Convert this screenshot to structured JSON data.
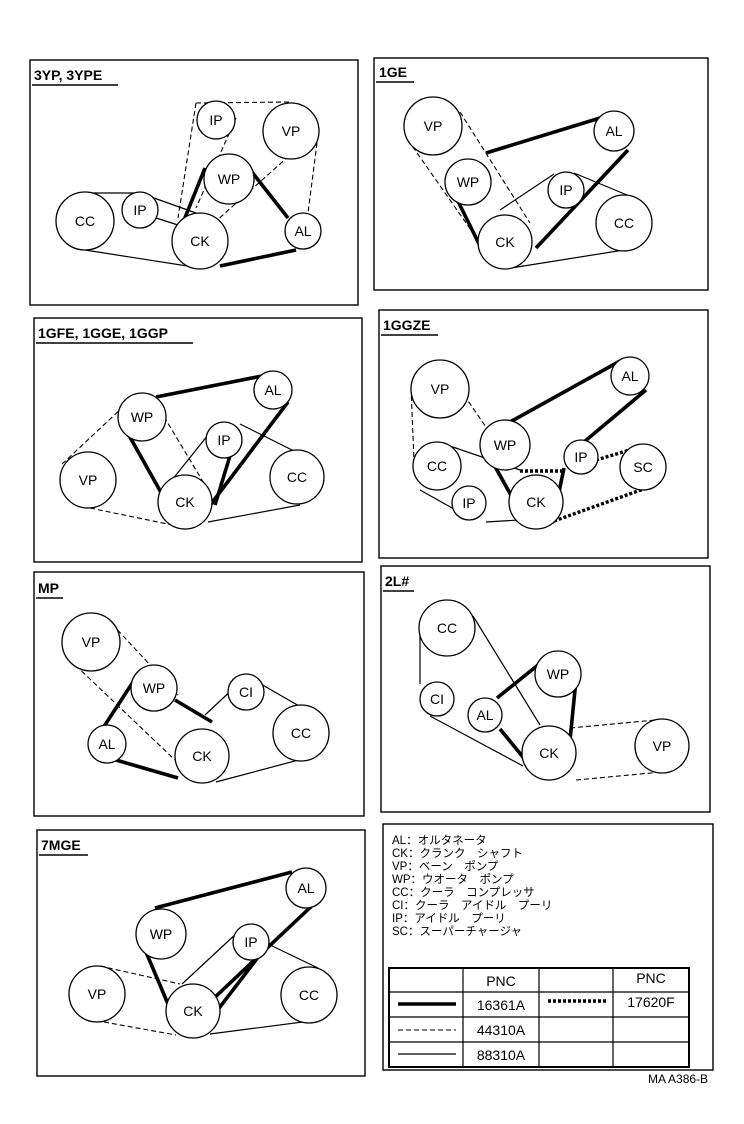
{
  "panels": [
    {
      "key": "p1",
      "title": "3YP, 3YPE",
      "pulleys": [
        {
          "id": "IP1",
          "label": "IP"
        },
        {
          "id": "VP",
          "label": "VP"
        },
        {
          "id": "WP",
          "label": "WP"
        },
        {
          "id": "CC",
          "label": "CC"
        },
        {
          "id": "IP2",
          "label": "IP"
        },
        {
          "id": "CK",
          "label": "CK"
        },
        {
          "id": "AL",
          "label": "AL"
        }
      ]
    },
    {
      "key": "p2",
      "title": "1GE",
      "pulleys": [
        {
          "id": "VP",
          "label": "VP"
        },
        {
          "id": "AL",
          "label": "AL"
        },
        {
          "id": "WP",
          "label": "WP"
        },
        {
          "id": "IP",
          "label": "IP"
        },
        {
          "id": "CC",
          "label": "CC"
        },
        {
          "id": "CK",
          "label": "CK"
        }
      ]
    },
    {
      "key": "p3",
      "title": "1GFE, 1GGE, 1GGP",
      "pulleys": [
        {
          "id": "AL",
          "label": "AL"
        },
        {
          "id": "WP",
          "label": "WP"
        },
        {
          "id": "IP",
          "label": "IP"
        },
        {
          "id": "VP",
          "label": "VP"
        },
        {
          "id": "CC",
          "label": "CC"
        },
        {
          "id": "CK",
          "label": "CK"
        }
      ]
    },
    {
      "key": "p4",
      "title": "1GGZE",
      "pulleys": [
        {
          "id": "VP",
          "label": "VP"
        },
        {
          "id": "AL",
          "label": "AL"
        },
        {
          "id": "WP",
          "label": "WP"
        },
        {
          "id": "CC",
          "label": "CC"
        },
        {
          "id": "IP1",
          "label": "IP"
        },
        {
          "id": "SC",
          "label": "SC"
        },
        {
          "id": "IP2",
          "label": "IP"
        },
        {
          "id": "CK",
          "label": "CK"
        }
      ]
    },
    {
      "key": "p5",
      "title": "MP",
      "pulleys": [
        {
          "id": "VP",
          "label": "VP"
        },
        {
          "id": "WP",
          "label": "WP"
        },
        {
          "id": "CI",
          "label": "CI"
        },
        {
          "id": "CC",
          "label": "CC"
        },
        {
          "id": "AL",
          "label": "AL"
        },
        {
          "id": "CK",
          "label": "CK"
        }
      ]
    },
    {
      "key": "p6",
      "title": "2L#",
      "pulleys": [
        {
          "id": "CC",
          "label": "CC"
        },
        {
          "id": "WP",
          "label": "WP"
        },
        {
          "id": "CI",
          "label": "CI"
        },
        {
          "id": "AL",
          "label": "AL"
        },
        {
          "id": "CK",
          "label": "CK"
        },
        {
          "id": "VP",
          "label": "VP"
        }
      ]
    },
    {
      "key": "p7",
      "title": "7MGE",
      "pulleys": [
        {
          "id": "AL",
          "label": "AL"
        },
        {
          "id": "WP",
          "label": "WP"
        },
        {
          "id": "IP",
          "label": "IP"
        },
        {
          "id": "VP",
          "label": "VP"
        },
        {
          "id": "CC",
          "label": "CC"
        },
        {
          "id": "CK",
          "label": "CK"
        }
      ]
    }
  ],
  "legend": {
    "items": [
      "AL：オルタネータ",
      "CK：クランク　シャフト",
      "VP：ベーン　ポンプ",
      "WP：ウオータ　ポンプ",
      "CC：クーラ　コンプレッサ",
      "CI：クーラ　アイドル　プーリ",
      "IP：アイドル　プーリ",
      "SC：スーパーチャージャ"
    ]
  },
  "pnc_table": {
    "header": "PNC",
    "rows": [
      {
        "line": "thick",
        "pnc": "16361A"
      },
      {
        "line": "dashed",
        "pnc": "44310A"
      },
      {
        "line": "thin",
        "pnc": "88310A"
      }
    ],
    "right_rows": [
      {
        "line": "dotted",
        "pnc": "17620F"
      }
    ]
  },
  "code": "MA  A386-B"
}
